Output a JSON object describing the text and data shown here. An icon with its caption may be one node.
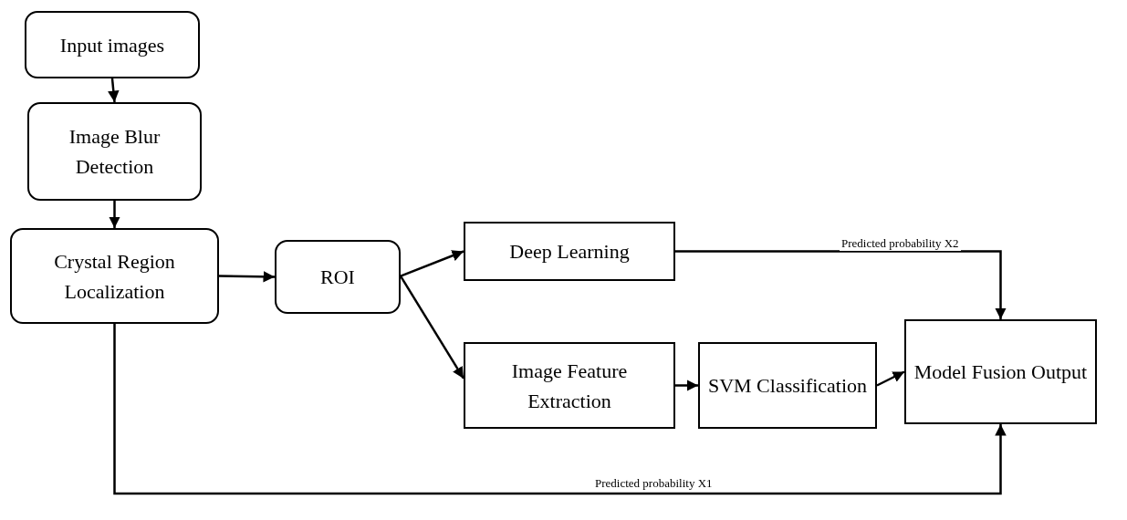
{
  "diagram": {
    "nodes": [
      {
        "text": [
          "Input images"
        ]
      },
      {
        "text": [
          "Image Blur Detection"
        ]
      },
      {
        "text": [
          "Crystal Region Localization"
        ]
      },
      {
        "text": [
          "ROI"
        ]
      },
      {
        "text": [
          "Deep Learning"
        ]
      },
      {
        "text": [
          "Image Feature Extraction"
        ]
      },
      {
        "text": [
          "SVM Classification"
        ]
      },
      {
        "text": [
          "Model Fusion Output"
        ]
      }
    ],
    "edges": [
      {
        "from": 0,
        "to": 1,
        "arrow": "to"
      },
      {
        "from": 1,
        "to": 2,
        "arrow": "to"
      },
      {
        "from": 2,
        "to": 3,
        "arrow": "to"
      },
      {
        "from": 3,
        "to": 4,
        "arrow": "to"
      },
      {
        "from": 3,
        "to": 5,
        "arrow": "to"
      },
      {
        "from": 5,
        "to": 6,
        "arrow": "to"
      },
      {
        "from": 6,
        "to": 7,
        "arrow": "to"
      },
      {
        "from": 4,
        "to": 7,
        "arrow": "to",
        "label": "Predicted probability X2"
      },
      {
        "from": 2,
        "to": 7,
        "arrow": "to",
        "label": "Predicted probability X1"
      }
    ]
  }
}
